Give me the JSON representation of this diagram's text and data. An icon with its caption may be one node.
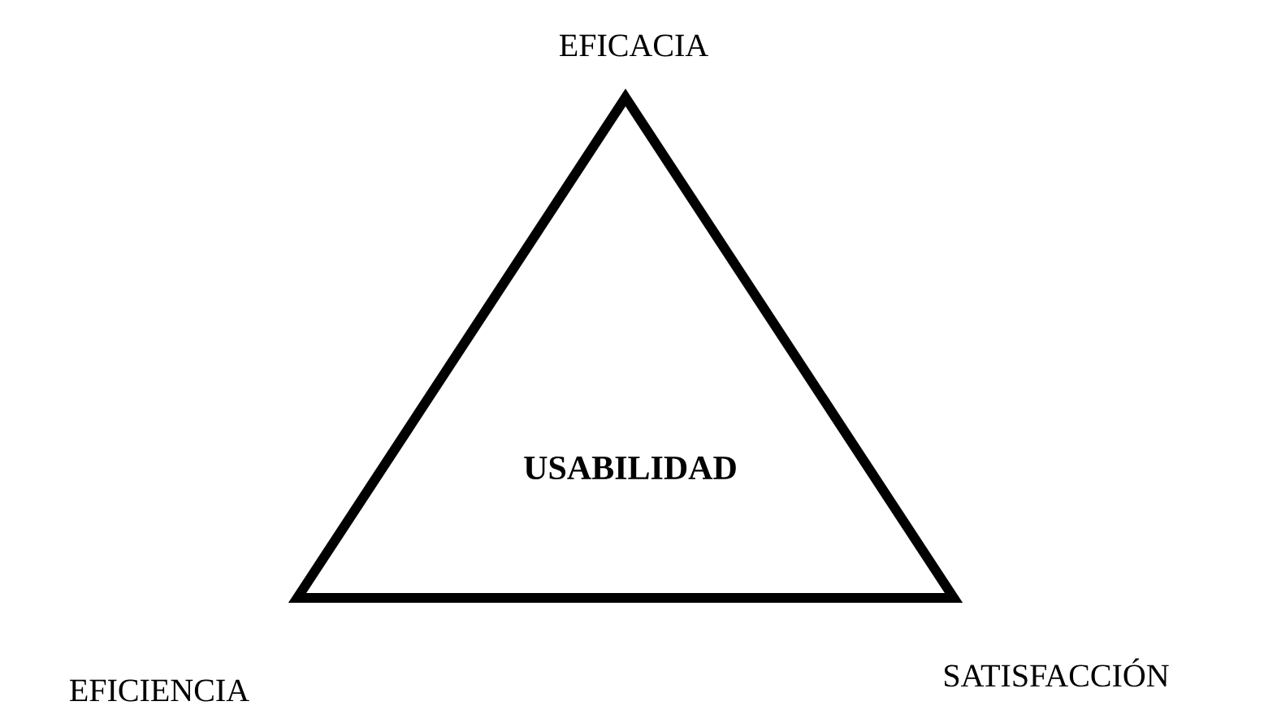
{
  "diagram": {
    "nodes": [
      {
        "text": [
          "USABILIDAD"
        ]
      }
    ],
    "labels": [
      "EFICACIA",
      "EFICIENCIA",
      "SATISFACCIÓN"
    ]
  }
}
